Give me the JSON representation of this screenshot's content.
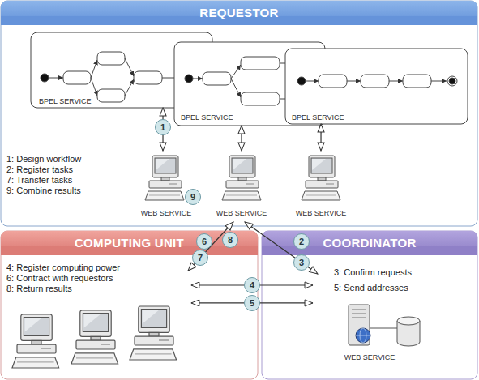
{
  "diagram": {
    "nodes": [
      {
        "text": [
          "REQUESTOR",
          "1: Design workflow",
          "2: Register tasks",
          "7: Transfer tasks",
          "9: Combine results"
        ]
      },
      {
        "text": [
          "BPEL SERVICE"
        ],
        "in": 0
      },
      {
        "text": [
          "BPEL SERVICE"
        ],
        "in": 0
      },
      {
        "text": [
          "BPEL SERVICE"
        ],
        "in": 0
      },
      {
        "text": [
          "WEB SERVICE"
        ],
        "in": 0
      },
      {
        "text": [
          "WEB SERVICE"
        ],
        "in": 0
      },
      {
        "text": [
          "WEB SERVICE"
        ],
        "in": 0
      },
      {
        "text": [
          "COMPUTING UNIT",
          "4: Register computing power",
          "6: Contract with requestors",
          "8: Return results"
        ]
      },
      {
        "text": [
          "COORDINATOR",
          "3: Confirm requests",
          "5: Send addresses"
        ]
      },
      {
        "text": [
          "WEB SERVICE"
        ],
        "in": 8
      }
    ],
    "edges": [
      {
        "from": 1,
        "to": 4,
        "arrow": "both",
        "label": "1"
      },
      {
        "from": 2,
        "to": 5,
        "arrow": "both"
      },
      {
        "from": 3,
        "to": 6,
        "arrow": "both"
      },
      {
        "from": 7,
        "to": 5,
        "arrow": "both",
        "label": "7"
      },
      {
        "from": 5,
        "to": 8,
        "arrow": "both",
        "label": "3"
      },
      {
        "from": 7,
        "to": 8,
        "arrow": "both",
        "label": "4"
      },
      {
        "from": 7,
        "to": 8,
        "arrow": "both",
        "label": "5"
      }
    ],
    "labels": [
      "6",
      "8",
      "2",
      "9"
    ]
  }
}
